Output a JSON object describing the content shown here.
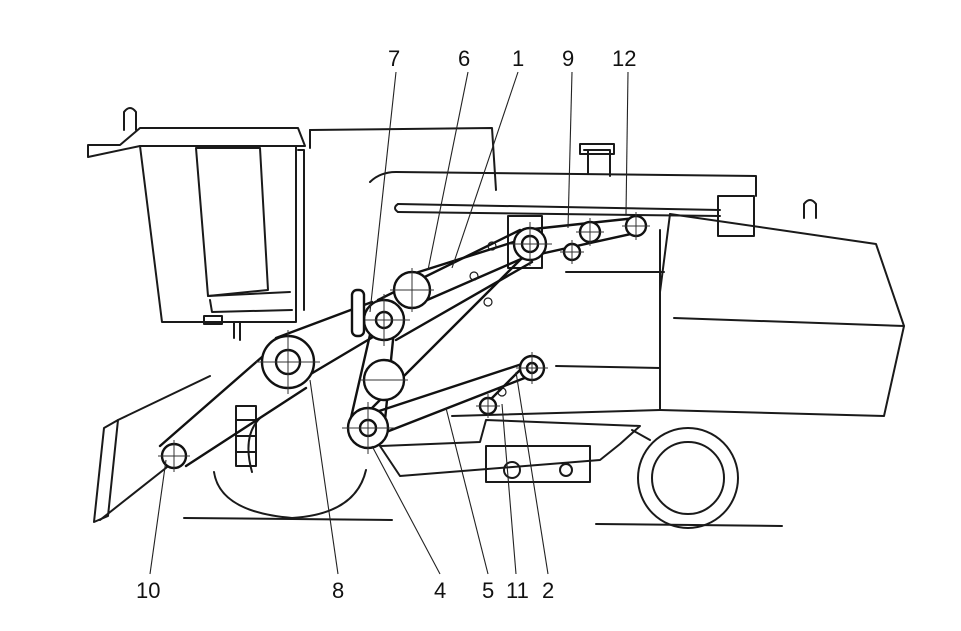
{
  "callouts": {
    "c1": "1",
    "c2": "2",
    "c4": "4",
    "c5": "5",
    "c6": "6",
    "c7": "7",
    "c8": "8",
    "c9": "9",
    "c10": "10",
    "c11": "11",
    "c12": "12"
  },
  "colors": {
    "line": "#1a1a1a",
    "background": "#ffffff"
  }
}
